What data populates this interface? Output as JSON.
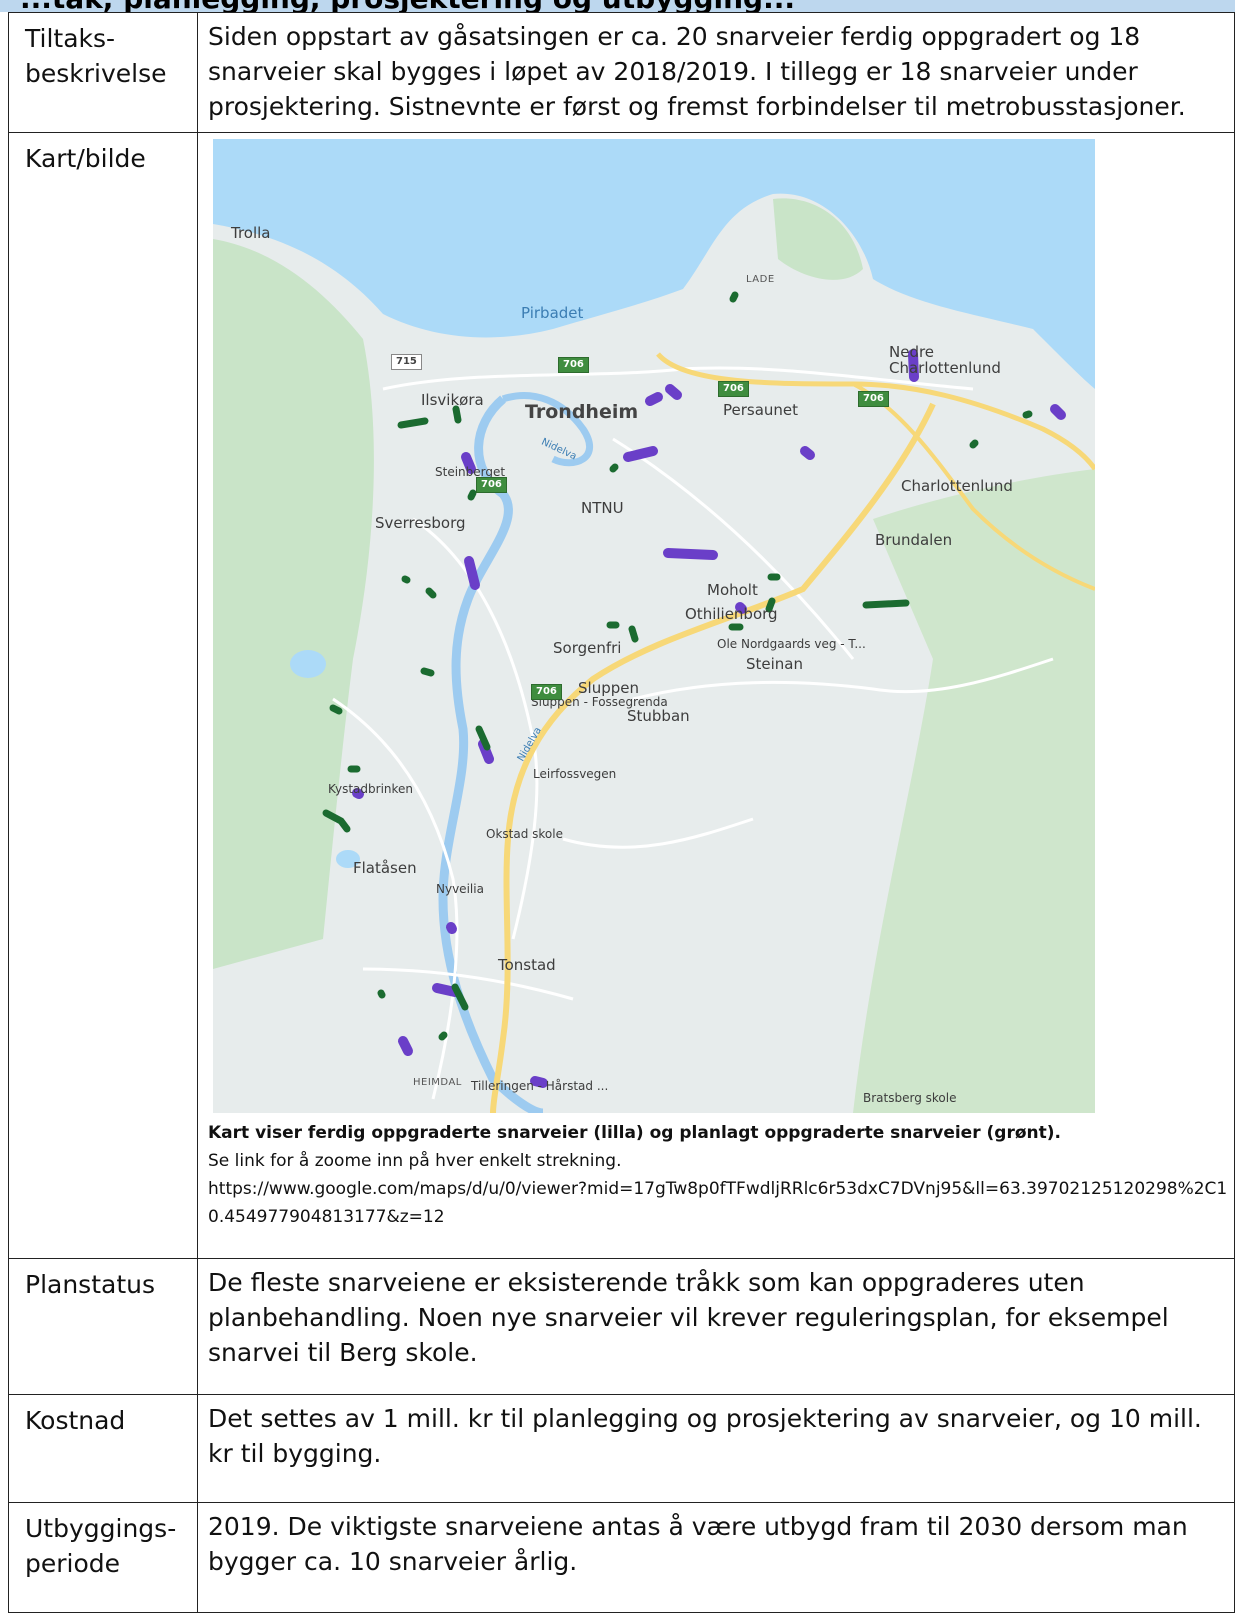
{
  "heading": "...tak, planlegging, prosjektering og utbygging...",
  "rows": [
    {
      "label": "Tiltaks-\nbeskrivelse",
      "text": "Siden oppstart av gåsatsingen er ca. 20 snarveier ferdig oppgradert og 18 snarveier skal bygges i løpet av 2018/2019. I tillegg er 18 snarveier under prosjektering. Sistnevnte er først og fremst forbindelser til metrobusstasjoner."
    },
    {
      "label": "Kart/bilde",
      "caption_bold": "Kart viser ferdig oppgraderte snarveier (lilla) og planlagt oppgraderte snarveier (grønt).",
      "caption_line": "Se link for å zoome inn på hver enkelt strekning.",
      "caption_url": "https://www.google.com/maps/d/u/0/viewer?mid=17gTw8p0fTFwdljRRlc6r53dxC7DVnj95&ll=63.39702125120298%2C10.454977904813177&z=12"
    },
    {
      "label": "Planstatus",
      "text": "De fleste snarveiene er eksisterende tråkk som kan oppgraderes uten planbehandling. Noen nye snarveier vil krever reguleringsplan, for eksempel snarvei til Berg skole."
    },
    {
      "label": "Kostnad",
      "text": "Det settes av 1 mill. kr til planlegging og prosjektering av snarveier, og 10 mill. kr til bygging."
    },
    {
      "label": "Utbyggings-\nperiode",
      "text": "2019. De viktigste snarveiene antas å være utbygd fram til 2030 dersom man bygger ca. 10 snarveier årlig."
    }
  ],
  "map": {
    "colors": {
      "completed": "#6a3fc8",
      "planned": "#1b6b30",
      "water": "#acdaf8",
      "land": "#e7ecec",
      "road_major": "#f7d878"
    },
    "places": {
      "trolla": "Trolla",
      "pirbadet": "Pirbadet",
      "lade": "LADE",
      "nedre_charlottenlund": "Nedre\nCharlottenlund",
      "ilsvikora": "Ilsvikøra",
      "trondheim": "Trondheim",
      "persaunet": "Persaunet",
      "steinberget": "Steinberget",
      "nidelva_1": "Nidelva",
      "ntnu": "NTNU",
      "charlottenlund": "Charlottenlund",
      "sverresborg": "Sverresborg",
      "brundalen": "Brundalen",
      "moholt": "Moholt",
      "othilienborg": "Othilienborg",
      "ole_nordgaards": "Ole Nordgaards veg - T...",
      "steinan": "Steinan",
      "sorgenfri": "Sorgenfri",
      "sluppen": "Sluppen",
      "sluppen_fossegrenda": "Sluppen - Fossegrenda",
      "stubban": "Stubban",
      "nidelva_2": "Nidelva",
      "leirfossvegen": "Leirfossvegen",
      "kystadbrinken": "Kystadbrinken",
      "okstad_skole": "Okstad skole",
      "flatasen": "Flatåsen",
      "nyveilia": "Nyveilia",
      "tonstad": "Tonstad",
      "heimdal": "HEIMDAL",
      "tilleringen": "Tilleringen - Hårstad ...",
      "bratsberg_skole": "Bratsberg skole"
    },
    "road_shields": [
      "715",
      "706",
      "706",
      "706",
      "706",
      "706"
    ]
  }
}
